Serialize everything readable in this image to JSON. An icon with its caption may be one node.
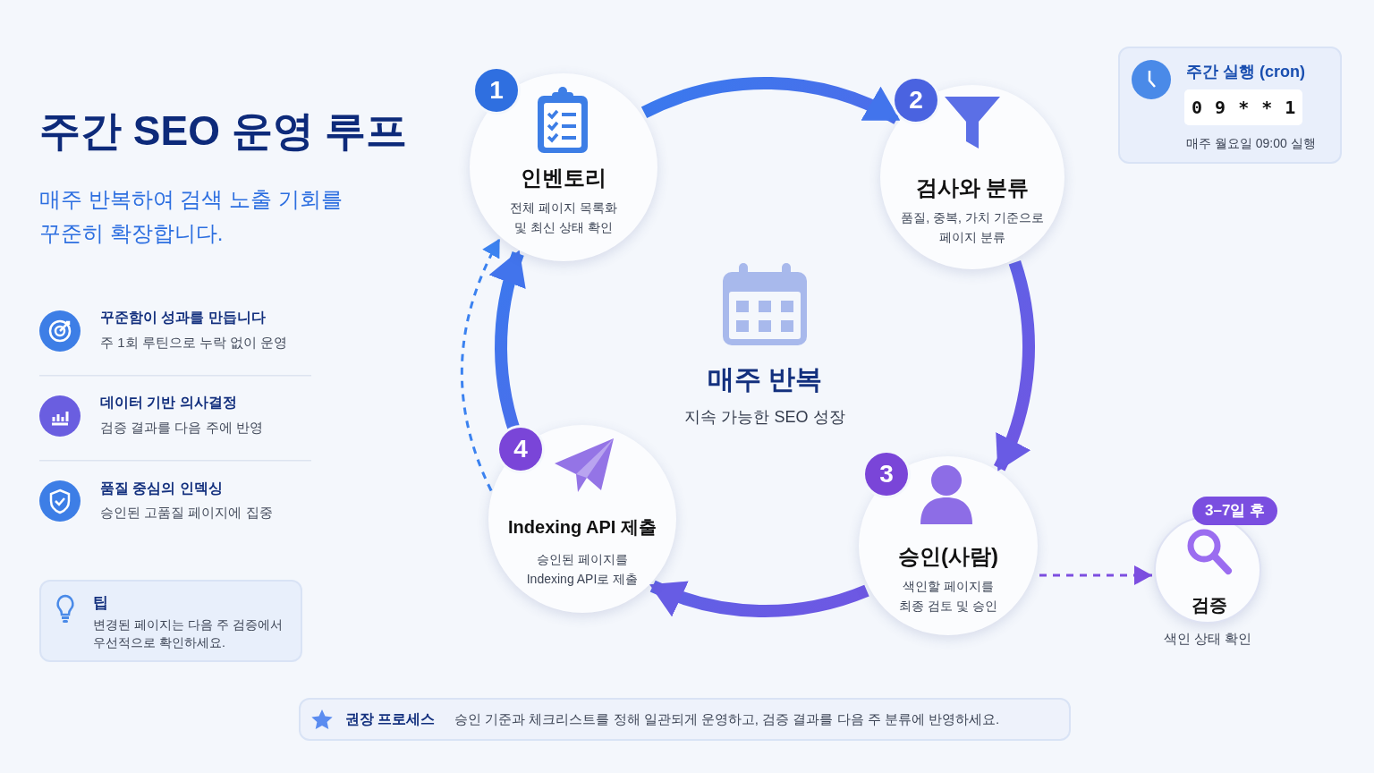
{
  "diagram": {
    "title": "주간 SEO 운영 루프",
    "nodes": [
      {
        "text": [
          "1",
          "인벤토리",
          "전체 페이지 목록화 및 최신 상태 확인"
        ]
      },
      {
        "text": [
          "2",
          "검사와 분류",
          "품질, 중복, 가치 기준으로 페이지 분류"
        ]
      },
      {
        "text": [
          "3",
          "승인(사람)",
          "색인할 페이지를 최종 검토 및 승인"
        ]
      },
      {
        "text": [
          "4",
          "Indexing API 제출",
          "승인된 페이지를 Indexing API로 제출"
        ]
      },
      {
        "text": [
          "검증"
        ],
        "beside": [
          "3–7일 후",
          "색인 상태 확인"
        ]
      },
      {
        "text": [
          "주간 실행 (cron)",
          "0 9 * * 1",
          "매주 월요일 09:00 실행"
        ]
      },
      {
        "text": [
          "팁",
          "변경된 페이지는 다음 주 검증에서 우선적으로 확인하세요."
        ]
      },
      {
        "text": [
          "권장 프로세스",
          "승인 기준과 체크리스트를 정해 일관되게 운영하고, 검증 결과를 다음 주 분류에 반영하세요."
        ]
      }
    ],
    "edges": [
      {
        "from": 0,
        "to": 1,
        "arrow": "to"
      },
      {
        "from": 1,
        "to": 2,
        "arrow": "to"
      },
      {
        "from": 2,
        "to": 3,
        "arrow": "to"
      },
      {
        "from": 3,
        "to": 0,
        "arrow": "to"
      },
      {
        "from": 3,
        "to": 0,
        "arrow": "to",
        "style": "dashed",
        "color": "#3b82f0"
      },
      {
        "from": 2,
        "to": 4,
        "arrow": "to",
        "style": "dashed",
        "color": "#7c4ee0"
      }
    ],
    "labels": [
      "매주 반복하여 검색 노출 기회를 꾸준히 확장합니다.",
      "꾸준함이 성과를 만듭니다",
      "주 1회 루틴으로 누락 없이 운영",
      "데이터 기반 의사결정",
      "검증 결과를 다음 주에 반영",
      "품질 중심의 인덱싱",
      "승인된 고품질 페이지에 집중",
      "매주 반복",
      "지속 가능한 SEO 성장"
    ]
  }
}
